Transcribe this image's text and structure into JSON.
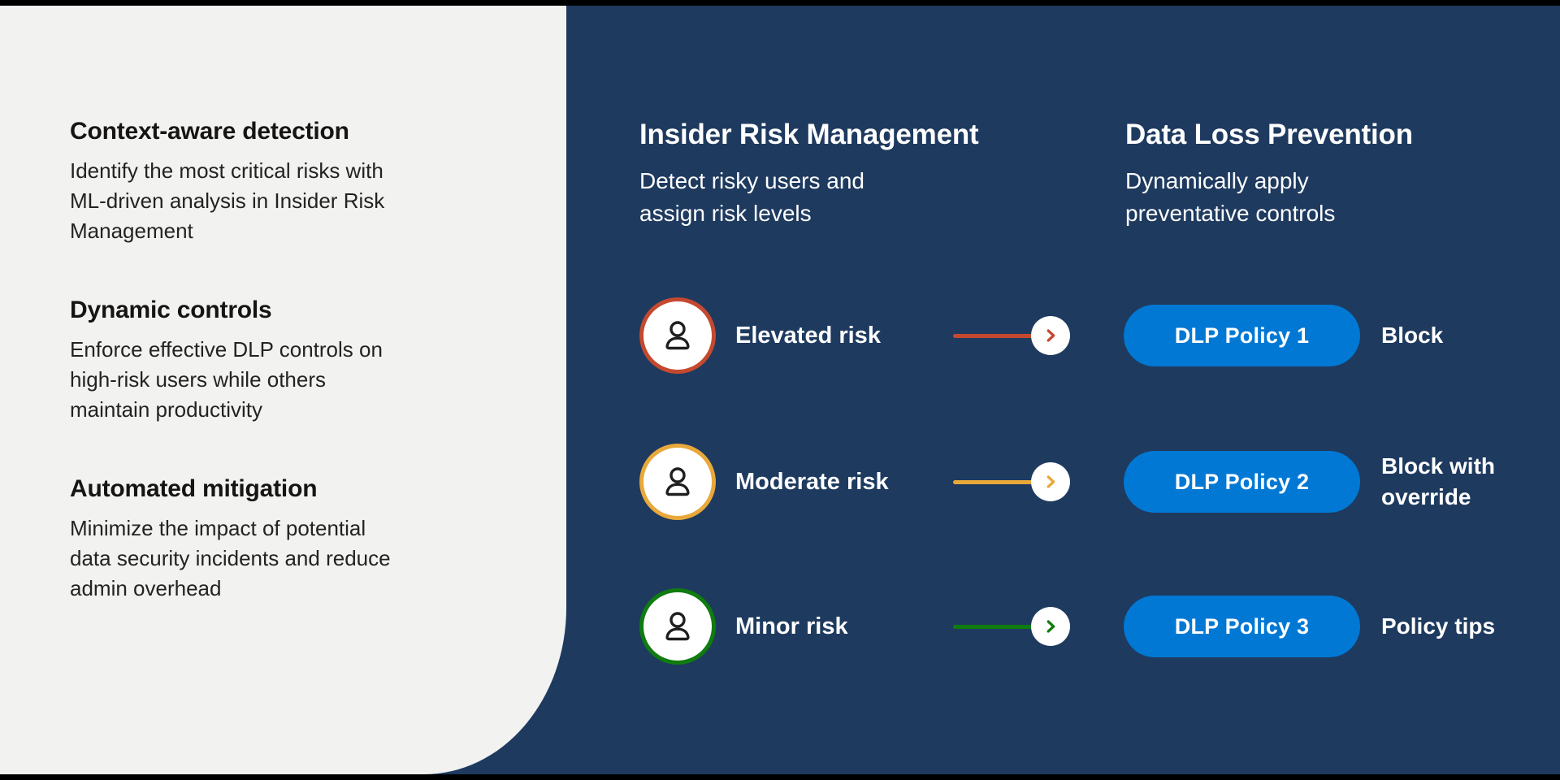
{
  "colors": {
    "background": "#1e3a5f",
    "left_panel_bg": "#f2f2f0",
    "policy_pill": "#0078d4",
    "letterbox": "#000000",
    "elevated": "#c5492f",
    "moderate": "#e9a83a",
    "minor": "#107c10"
  },
  "left_panel": {
    "sections": [
      {
        "title": "Context-aware detection",
        "body": "Identify the most critical risks with\nML-driven analysis in Insider Risk\nManagement"
      },
      {
        "title": "Dynamic controls",
        "body": "Enforce effective DLP controls on\nhigh-risk users while others\nmaintain productivity"
      },
      {
        "title": "Automated mitigation",
        "body": "Minimize the impact of potential\ndata security incidents and reduce\nadmin overhead"
      }
    ]
  },
  "flow": {
    "irm": {
      "title": "Insider Risk Management",
      "subtitle": "Detect risky users and\nassign risk levels"
    },
    "dlp": {
      "title": "Data Loss Prevention",
      "subtitle": "Dynamically apply\npreventative controls"
    },
    "rows": [
      {
        "risk_label": "Elevated risk",
        "policy_label": "DLP Policy 1",
        "action_label": "Block",
        "color": "#c5492f"
      },
      {
        "risk_label": "Moderate risk",
        "policy_label": "DLP Policy 2",
        "action_label": "Block with\noverride",
        "color": "#e9a83a"
      },
      {
        "risk_label": "Minor risk",
        "policy_label": "DLP Policy 3",
        "action_label": "Policy tips",
        "color": "#107c10"
      }
    ]
  }
}
